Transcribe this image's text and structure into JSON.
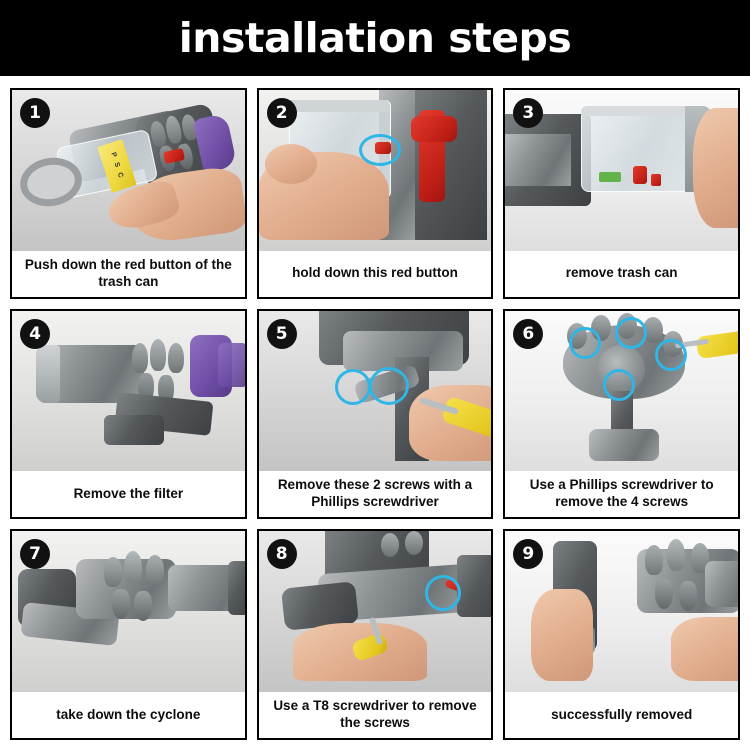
{
  "header": {
    "title": "installation steps"
  },
  "steps": [
    {
      "number": "1",
      "caption": "Push down the red button of the trash can",
      "photo_alt": "hand pushing red button on cordless vacuum clear bin"
    },
    {
      "number": "2",
      "caption": "hold down this red button",
      "photo_alt": "hand holding vacuum with red release button circled in blue"
    },
    {
      "number": "3",
      "caption": "remove trash can",
      "photo_alt": "clear dust bin being pulled off the vacuum body"
    },
    {
      "number": "4",
      "caption": "Remove the filter",
      "photo_alt": "purple filter being pulled from the rear of the vacuum"
    },
    {
      "number": "5",
      "caption": "Remove these 2 screws with a Phillips screwdriver",
      "photo_alt": "two screw locations circled in blue with yellow screwdriver"
    },
    {
      "number": "6",
      "caption": "Use a Phillips screwdriver to remove the 4 screws",
      "photo_alt": "cyclone head with four screws circled in blue and a screwdriver"
    },
    {
      "number": "7",
      "caption": "take down the cyclone",
      "photo_alt": "cyclone assembly separated from the vacuum body"
    },
    {
      "number": "8",
      "caption": "Use a T8 screwdriver to remove the screws",
      "photo_alt": "blue circle on screw with yellow T8 screwdriver"
    },
    {
      "number": "9",
      "caption": "successfully removed",
      "photo_alt": "two hands holding the separated vacuum parts"
    }
  ],
  "colors": {
    "header_background": "#000000",
    "header_text": "#ffffff",
    "card_border": "#000000",
    "badge_background": "#111111",
    "highlight_circle": "#2fb6e6",
    "button_red": "#d02a1e",
    "tool_yellow": "#e8d23c",
    "filter_purple": "#6f4ea6"
  },
  "labels": {
    "tag_text": "P S C"
  }
}
